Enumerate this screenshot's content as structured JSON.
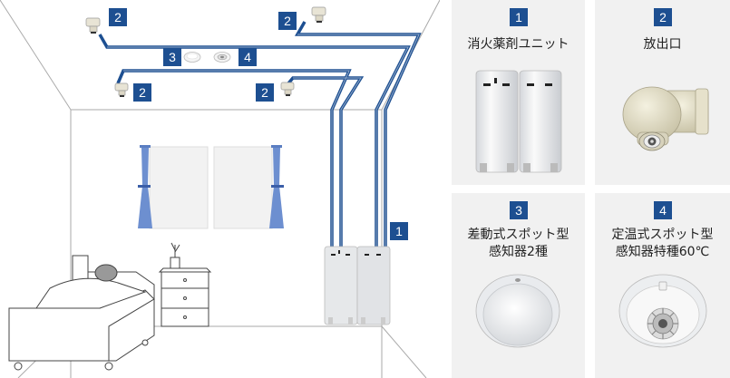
{
  "diagram": {
    "room_labels": {
      "ceiling_left": "2",
      "ceiling_right": "2",
      "sensor3": "3",
      "sensor4": "4",
      "ceiling_mid_left": "2",
      "ceiling_mid_right": "2",
      "unit": "1"
    },
    "panels": [
      {
        "number": "1",
        "title_lines": [
          "消火薬剤ユニット"
        ]
      },
      {
        "number": "2",
        "title_lines": [
          "放出口"
        ]
      },
      {
        "number": "3",
        "title_lines": [
          "差動式スポット型",
          "感知器2種"
        ]
      },
      {
        "number": "4",
        "title_lines": [
          "定温式スポット型",
          "感知器特種60℃"
        ]
      }
    ]
  },
  "colors": {
    "badge": "#1d4f91",
    "pipe": "#1d4f91",
    "panel_bg": "#f1f1f1"
  }
}
